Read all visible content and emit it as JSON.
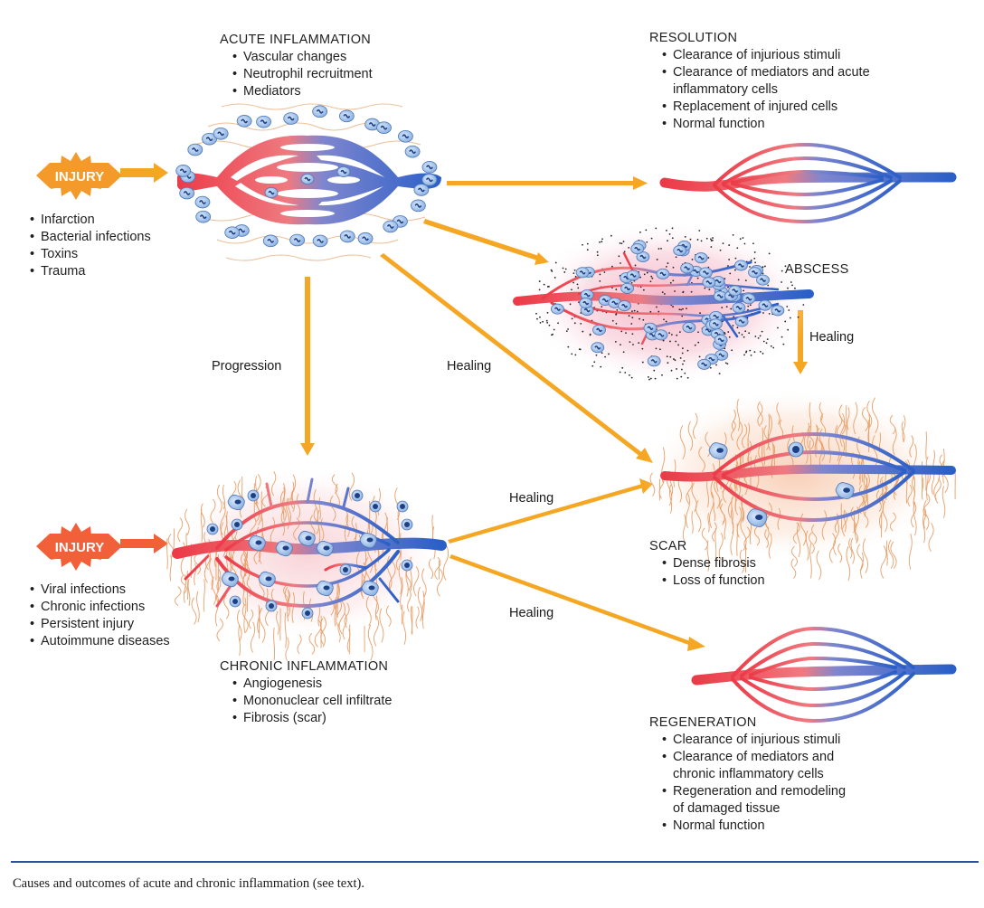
{
  "acute": {
    "title": "ACUTE INFLAMMATION",
    "items": [
      "Vascular changes",
      "Neutrophil recruitment",
      "Mediators"
    ]
  },
  "injury_top": {
    "label": "INJURY",
    "causes": [
      "Infarction",
      "Bacterial infections",
      "Toxins",
      "Trauma"
    ]
  },
  "resolution": {
    "title": "RESOLUTION",
    "items": [
      {
        "line1": "Clearance of injurious stimuli",
        "line2": ""
      },
      {
        "line1": "Clearance of mediators and acute",
        "line2": "inflammatory cells"
      },
      {
        "line1": "Replacement of injured cells",
        "line2": ""
      },
      {
        "line1": "Normal function",
        "line2": ""
      }
    ]
  },
  "abscess": {
    "title": "ABSCESS"
  },
  "arrows": {
    "progression": "Progression",
    "healing_center": "Healing",
    "healing_abscess": "Healing",
    "healing_chronic_scar": "Healing",
    "healing_chronic_regen": "Healing"
  },
  "scar": {
    "title": "SCAR",
    "items": [
      "Dense fibrosis",
      "Loss of function"
    ]
  },
  "injury_bottom": {
    "label": "INJURY",
    "causes": [
      "Viral infections",
      "Chronic infections",
      "Persistent injury",
      "Autoimmune diseases"
    ]
  },
  "chronic": {
    "title": "CHRONIC INFLAMMATION",
    "items": [
      "Angiogenesis",
      "Mononuclear cell infiltrate",
      "Fibrosis (scar)"
    ]
  },
  "regeneration": {
    "title": "REGENERATION",
    "items": [
      {
        "line1": "Clearance of injurious stimuli",
        "line2": ""
      },
      {
        "line1": "Clearance of mediators and",
        "line2": "chronic inflammatory cells"
      },
      {
        "line1": "Regeneration and remodeling",
        "line2": "of damaged tissue"
      },
      {
        "line1": "Normal function",
        "line2": ""
      }
    ]
  },
  "caption": "Causes and outcomes of acute and chronic inflammation (see text).",
  "colors": {
    "arrow": "#f5a623",
    "injury_top": "#f39a2a",
    "injury_bottom": "#f2603a",
    "artery": "#e8434c",
    "vein": "#2c63c8",
    "cell": "#a9c8ec",
    "rule": "#2e4f9a"
  }
}
